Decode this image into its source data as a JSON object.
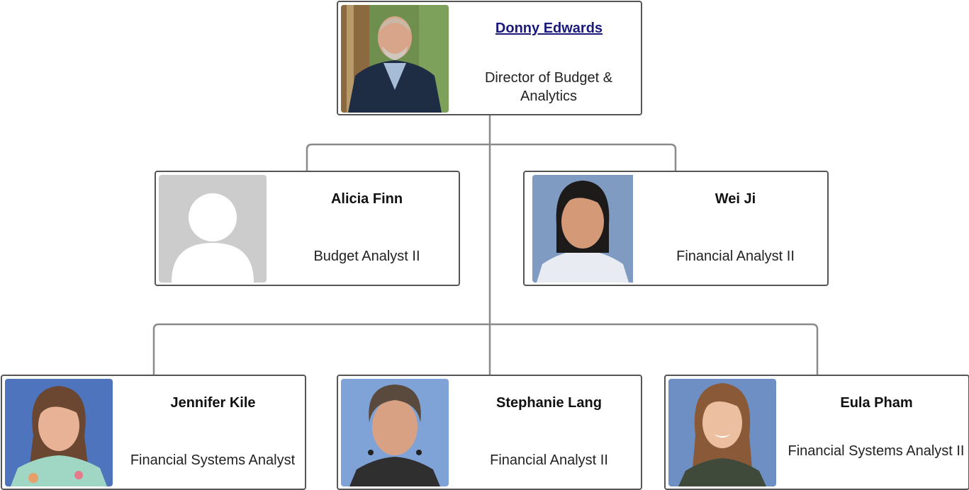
{
  "manager": {
    "name": "Donny Edwards",
    "title": "Director of Budget & Analytics",
    "photo_icon": "person-photo"
  },
  "reports_row1": [
    {
      "name": "Alicia Finn",
      "title": "Budget Analyst II",
      "photo_icon": "placeholder-avatar"
    },
    {
      "name": "Wei Ji",
      "title": "Financial Analyst II",
      "photo_icon": "person-photo"
    }
  ],
  "reports_row2": [
    {
      "name": "Jennifer Kile",
      "title": "Financial Systems Analyst",
      "photo_icon": "person-photo"
    },
    {
      "name": "Stephanie Lang",
      "title": "Financial Analyst II",
      "photo_icon": "person-photo"
    },
    {
      "name": "Eula Pham",
      "title": "Financial Systems Analyst II",
      "photo_icon": "person-photo"
    }
  ],
  "colors": {
    "card_border": "#555555",
    "connector": "#8a8a8a",
    "link_name": "#1a1a7a",
    "placeholder_bg": "#cccccc"
  }
}
